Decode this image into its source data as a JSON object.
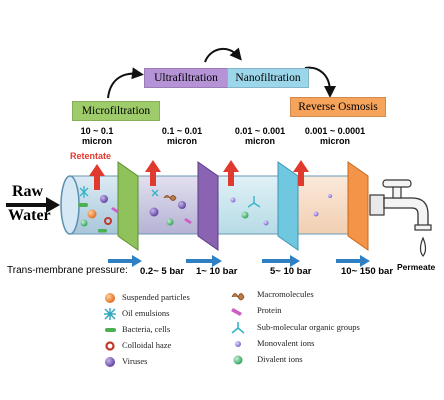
{
  "processes": [
    {
      "label": "Microfiltration",
      "size": "10 ~ 0.1\nmicron",
      "pressure": "0.2~ 5 bar"
    },
    {
      "label": "Ultrafiltration",
      "size": "0.1 ~ 0.01\nmicron",
      "pressure": "1~ 10 bar"
    },
    {
      "label": "Nanofiltration",
      "size": "0.01 ~ 0.001\nmicron",
      "pressure": "5~ 10 bar"
    },
    {
      "label": "Reverse Osmosis",
      "size": "0.001 ~ 0.0001\nmicron",
      "pressure": "10~ 150 bar"
    }
  ],
  "labels": {
    "raw_water_line1": "Raw",
    "raw_water_line2": "Water",
    "retentate": "Retentate",
    "permeate": "Permeate",
    "pressure_title": "Trans-membrane pressure:"
  },
  "legend_left": [
    {
      "label": "Suspended particles",
      "icon": "orange-sphere"
    },
    {
      "label": "Oil emulsions",
      "icon": "blue-star"
    },
    {
      "label": "Bacteria, cells",
      "icon": "green-rod"
    },
    {
      "label": "Colloidal haze",
      "icon": "red-ring"
    },
    {
      "label": "Viruses",
      "icon": "purple-sphere"
    }
  ],
  "legend_right": [
    {
      "label": "Macromolecules",
      "icon": "brown-coil"
    },
    {
      "label": "Protein",
      "icon": "pink-ribbon"
    },
    {
      "label": "Sub-molecular organic groups",
      "icon": "teal-tripod"
    },
    {
      "label": "Monovalent ions",
      "icon": "small-purple-dot"
    },
    {
      "label": "Divalent ions",
      "icon": "green-dot"
    }
  ],
  "colors": {
    "microfiltration": "#9fcc6b",
    "ultrafiltration": "#a07cc0",
    "nanofiltration": "#8fd2e6",
    "reverse_osmosis": "#f6a35c",
    "pipe": "#cfe3ef",
    "arrow_red": "#e03a2f",
    "arrow_blue": "#2e7fc4"
  }
}
